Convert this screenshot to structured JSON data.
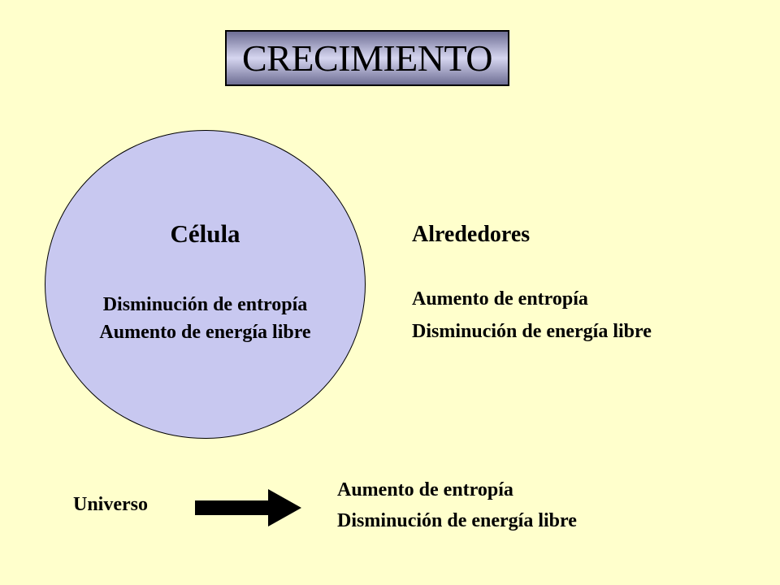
{
  "title": "CRECIMIENTO",
  "cell": {
    "title": "Célula",
    "lines": [
      "Disminución de entropía",
      "Aumento de energía libre"
    ]
  },
  "surroundings": {
    "title": "Alrededores",
    "lines": [
      "Aumento de entropía",
      "Disminución de energía libre"
    ]
  },
  "universe": {
    "label": "Universo",
    "lines": [
      "Aumento de entropía",
      "Disminución de energía libre"
    ]
  },
  "colors": {
    "background": "#ffffcc",
    "cell_fill": "#c8c8f0",
    "title_gradient_dark": "#6e6e94",
    "title_gradient_light": "#d6d6f0"
  }
}
